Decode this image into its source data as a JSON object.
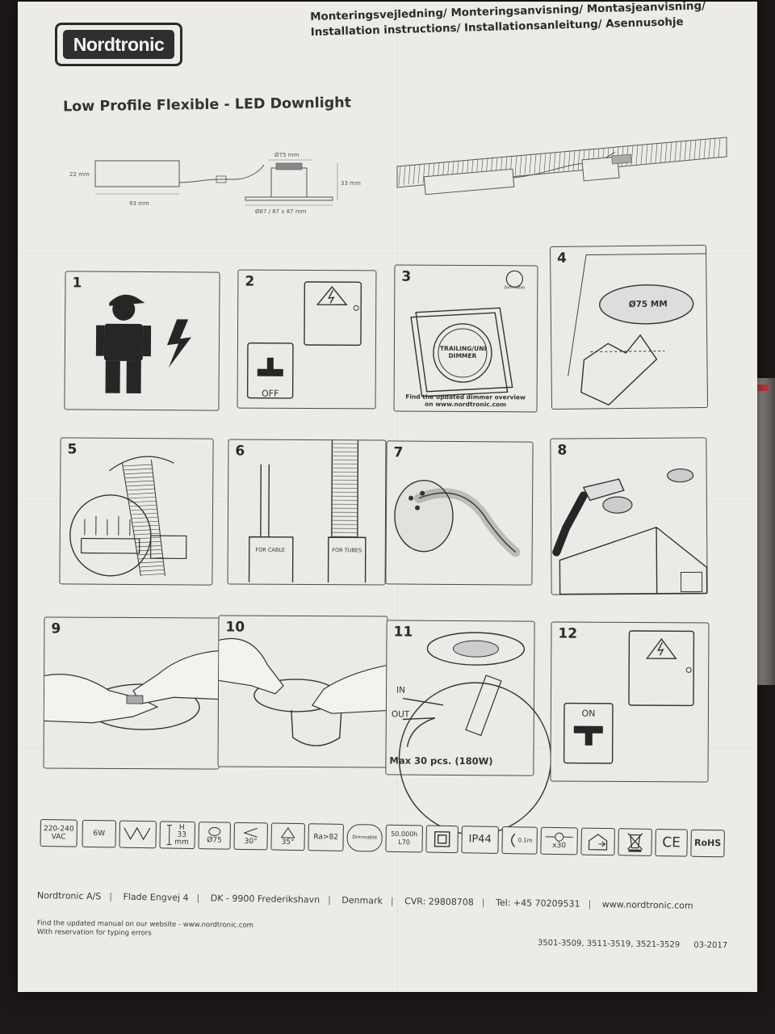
{
  "brand": {
    "logo": "Nordtronic"
  },
  "heading": {
    "line1": "Monteringsvejledning/ Monteringsanvisning/ Montasjeanvisning/",
    "line2": "Installation instructions/ Installationsanleitung/ Asennusohje"
  },
  "product_title": "Low Profile Flexible - LED Downlight",
  "dimensions": {
    "height_driver": "22 mm",
    "length_driver": "93 mm",
    "diameter_hole": "Ø75 mm",
    "height_lamp": "33 mm",
    "lamp_size": "Ø87 / 87 x 87 mm"
  },
  "steps": [
    {
      "num": "1"
    },
    {
      "num": "2",
      "label": "OFF"
    },
    {
      "num": "3",
      "tag": "Dimmable",
      "dimmer": "TRAILING/UNI DIMMER",
      "note_line1": "Find the updated dimmer overview",
      "note_line2": "on www.nordtronic.com"
    },
    {
      "num": "4",
      "label": "Ø75 MM"
    },
    {
      "num": "5"
    },
    {
      "num": "6",
      "label_a": "FOR CABLE",
      "label_b": "FOR TUBES"
    },
    {
      "num": "7"
    },
    {
      "num": "8"
    },
    {
      "num": "9"
    },
    {
      "num": "10"
    },
    {
      "num": "11",
      "in": "IN",
      "out": "OUT",
      "max": "Max 30 pcs. (180W)"
    },
    {
      "num": "12",
      "label": "ON"
    }
  ],
  "spec_icons": {
    "voltage": "220-240\nVAC",
    "power": "6W",
    "height_label": "H",
    "height_value": "33",
    "height_unit": "mm",
    "cut": "Ø75",
    "tilt": "30°",
    "beam": "35°",
    "ra": "Ra>82",
    "dim": "Dimmable",
    "life_line1": "50.000h",
    "life_line2": "L70",
    "ip": "IP44",
    "distance": "0.1m",
    "count": "x30",
    "ce": "CE",
    "rohs": "RoHS"
  },
  "footer": {
    "company": "Nordtronic A/S",
    "street": "Flade Engvej 4",
    "city": "DK - 9900 Frederikshavn",
    "country": "Denmark",
    "cvr": "CVR: 29808708",
    "tel": "Tel: +45 70209531",
    "web": "www.nordtronic.com",
    "note1": "Find the updated manual on our website - www.nordtronic.com",
    "note2": "With reservation for typing errors",
    "codes": "3501-3509, 3511-3519, 3521-3529",
    "date": "03-2017"
  },
  "colors": {
    "paper": "#ecebe8",
    "ink": "#2c2c2c",
    "background": "#1b1817",
    "bag_stripe": "#c23a3a"
  }
}
